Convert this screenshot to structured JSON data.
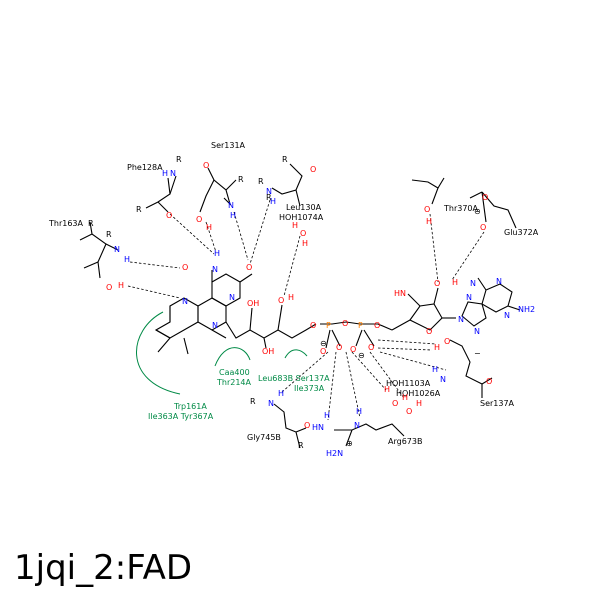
{
  "title": "1jqi_2:FAD",
  "residues": {
    "phe128": "Phe128A",
    "ser131": "Ser131A",
    "leu130": "Leu130A",
    "hoh1074": "HOH1074A",
    "thr163": "Thr163A",
    "thr370": "Thr370A",
    "glu372": "Glu372A",
    "gly745": "Gly745B",
    "arg673": "Arg673B",
    "ser137": "Ser137A",
    "hoh1103": "HOH1103A",
    "hoh1026": "HOH1026A"
  },
  "hydrophobic": {
    "trp161": "Trp161A",
    "ile363_tyr367": "Ile363A Tyr367A",
    "caa400": "Caa400",
    "thr214": "Thr214A",
    "leu683_ser137": "Leu683B  Ser137A",
    "ile373": "Ile373A"
  },
  "atoms": {
    "R": "R",
    "N": "N",
    "H": "H",
    "O": "O",
    "P": "P",
    "OH": "OH",
    "NH2": "NH2",
    "HN": "HN",
    "H2N": "H2N",
    "minus": "−",
    "plus": "⊕",
    "ominus": "⊖"
  },
  "colors": {
    "carbon": "#000000",
    "nitrogen": "#0000ff",
    "oxygen": "#ff0000",
    "phosphorus": "#ff8000",
    "hydrophobic": "#008a46"
  }
}
